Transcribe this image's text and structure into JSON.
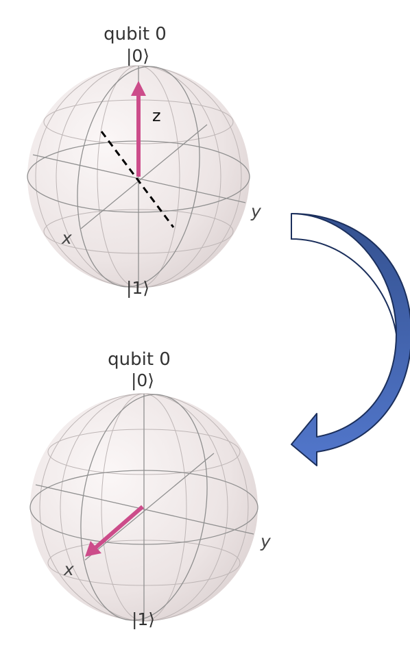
{
  "top_sphere": {
    "title": "qubit 0",
    "ket_top": "|0⟩",
    "ket_bottom": "|1⟩",
    "axis_x": "x",
    "axis_y": "y",
    "rotation_axis_label": "z",
    "state_vector": "+z"
  },
  "bottom_sphere": {
    "title": "qubit 0",
    "ket_top": "|0⟩",
    "ket_bottom": "|1⟩",
    "axis_x": "x",
    "axis_y": "y",
    "state_vector": "+x"
  },
  "colors": {
    "state_vector": "#cc4c8a",
    "transition_arrow_fill": "#4466b8",
    "transition_arrow_stroke": "#1b2f5c",
    "sphere_fill": "#ede6e6",
    "wireframe": "#8f8f8f"
  }
}
